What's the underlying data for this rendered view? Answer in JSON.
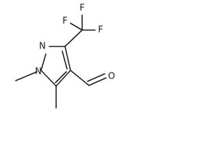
{
  "atoms": {
    "n1": "N",
    "n2": "N",
    "f_top": "F",
    "f_left": "F",
    "f_right": "F",
    "o": "O"
  }
}
